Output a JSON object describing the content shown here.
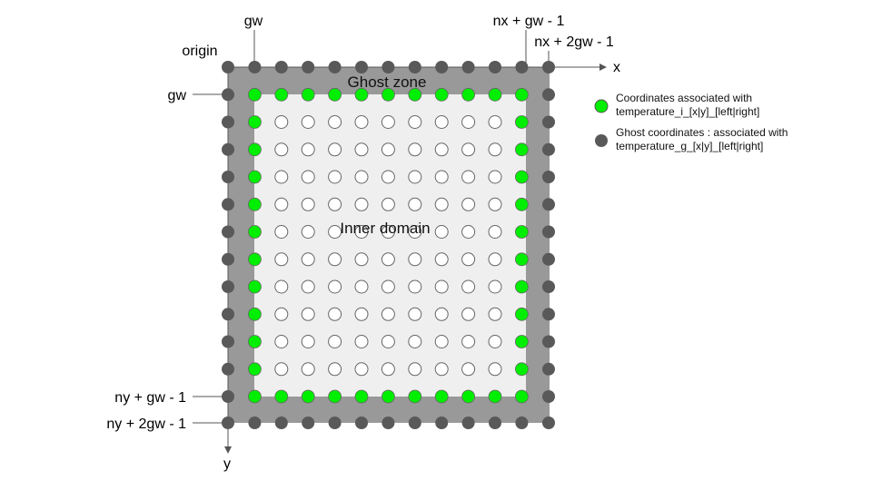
{
  "colors": {
    "ghost_zone": "#999999",
    "inner_domain": "#efefef",
    "inner_point": "#00ee00",
    "ghost_point": "#595959",
    "axis": "#555555"
  },
  "grid": {
    "columns": 13,
    "rows": 14
  },
  "labels": {
    "origin": "origin",
    "gw_top": "gw",
    "nx_gw": "nx + gw - 1",
    "nx_2gw": "nx + 2gw - 1",
    "gw_left": "gw",
    "ny_gw": "ny + gw - 1",
    "ny_2gw": "ny + 2gw - 1",
    "x_axis": "x",
    "y_axis": "y"
  },
  "zones": {
    "ghost": "Ghost zone",
    "inner": "Inner domain"
  },
  "legend": [
    {
      "line1": "Coordinates associated with",
      "line2": "temperature_i_[x|y]_[left|right]",
      "icon": "green-dot-icon"
    },
    {
      "line1": "Ghost coordinates : associated with",
      "line2": "temperature_g_[x|y]_[left|right]",
      "icon": "gray-dot-icon"
    }
  ]
}
